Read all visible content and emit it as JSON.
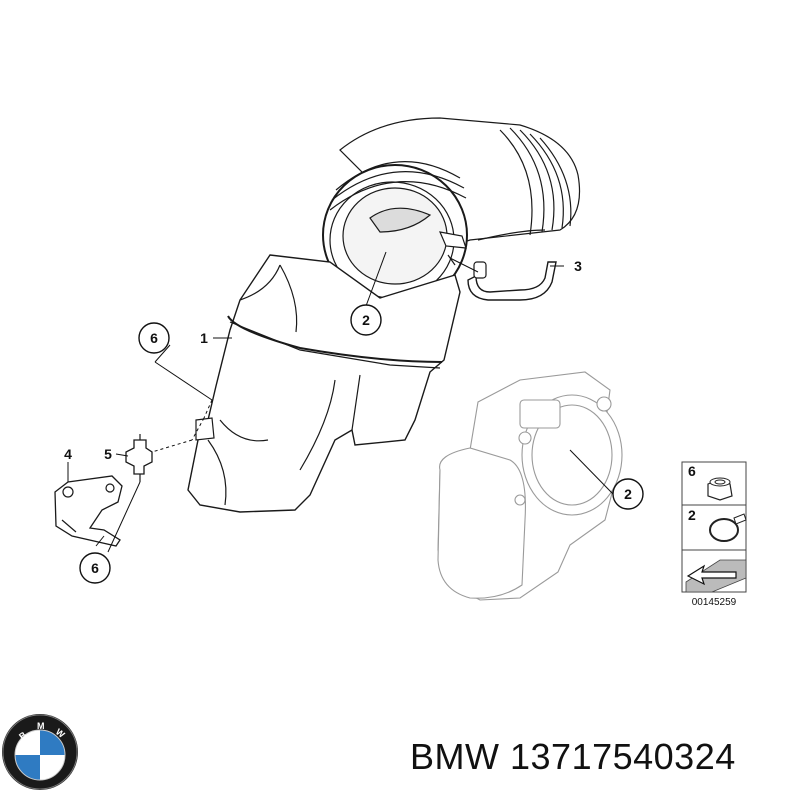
{
  "callouts": {
    "c1": "1",
    "c2_top": "2",
    "c2_right": "2",
    "c3": "3",
    "c4": "4",
    "c5": "5",
    "c6_top": "6",
    "c6_bottom": "6"
  },
  "legend": {
    "item_6": "6",
    "item_2": "2",
    "diagram_number": "00145259"
  },
  "footer": {
    "brand": "BMW",
    "part_number": "13717540324"
  },
  "logo": {
    "lettering": "BMW",
    "colors": {
      "blue": "#2f7bc2",
      "white": "#ffffff",
      "ring": "#1a1a1a"
    }
  }
}
